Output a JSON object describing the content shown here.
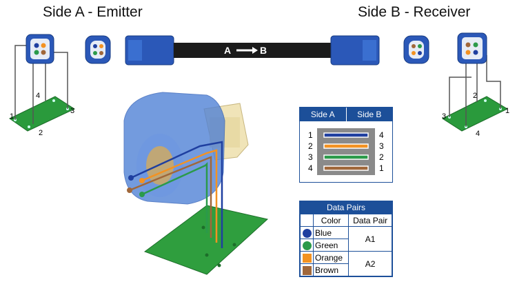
{
  "titles": {
    "side_a": "Side A - Emitter",
    "side_b": "Side B - Receiver"
  },
  "cable": {
    "label_a": "A",
    "label_b": "B"
  },
  "board_a": {
    "pins": [
      "1",
      "4",
      "2",
      "3"
    ]
  },
  "board_b": {
    "pins": [
      "2",
      "3",
      "1",
      "4"
    ]
  },
  "mapping": {
    "header_a": "Side A",
    "header_b": "Side B",
    "rows": [
      {
        "a": "1",
        "b": "4",
        "color": "#1f3fa0"
      },
      {
        "a": "2",
        "b": "3",
        "color": "#f39222"
      },
      {
        "a": "3",
        "b": "2",
        "color": "#2b9a4a"
      },
      {
        "a": "4",
        "b": "1",
        "color": "#a0673a"
      }
    ]
  },
  "pairs": {
    "title": "Data Pairs",
    "col_color": "Color",
    "col_pair": "Data Pair",
    "rows": [
      {
        "name": "Blue",
        "color": "#1f3fa0",
        "shape": "circle"
      },
      {
        "name": "Green",
        "color": "#2b9a4a",
        "shape": "circle"
      },
      {
        "name": "Orange",
        "color": "#f39222",
        "shape": "square"
      },
      {
        "name": "Brown",
        "color": "#a0673a",
        "shape": "square"
      }
    ],
    "pair_1": "A1",
    "pair_2": "A2"
  }
}
